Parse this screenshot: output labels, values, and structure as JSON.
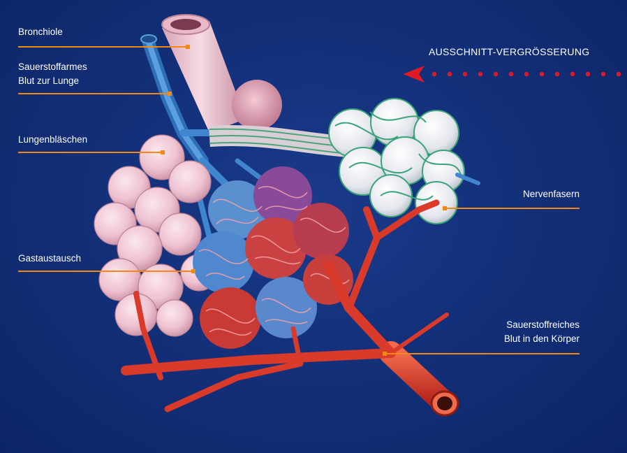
{
  "header": {
    "zoom_note": "AUSSCHNITT-VERGRÖSSERUNG"
  },
  "labels": {
    "bronchiole": "Bronchiole",
    "deoxygenated": [
      "Sauerstoffarmes",
      "Blut zur Lunge"
    ],
    "alveoli": "Lungenbläschen",
    "gas_exchange": "Gastaustausch",
    "nerve_fibers": "Nervenfasern",
    "oxygenated": [
      "Sauerstoffreiches",
      "Blut in den Körper"
    ]
  },
  "colors": {
    "background": "#13307a",
    "label_line": "#f08a14",
    "zoom_arrow": "#e01a24",
    "alveolus": "#f1c9d6",
    "vein_blue": "#3f86cf",
    "artery_red": "#d93a2a",
    "nerve_green": "#3aa37a"
  }
}
